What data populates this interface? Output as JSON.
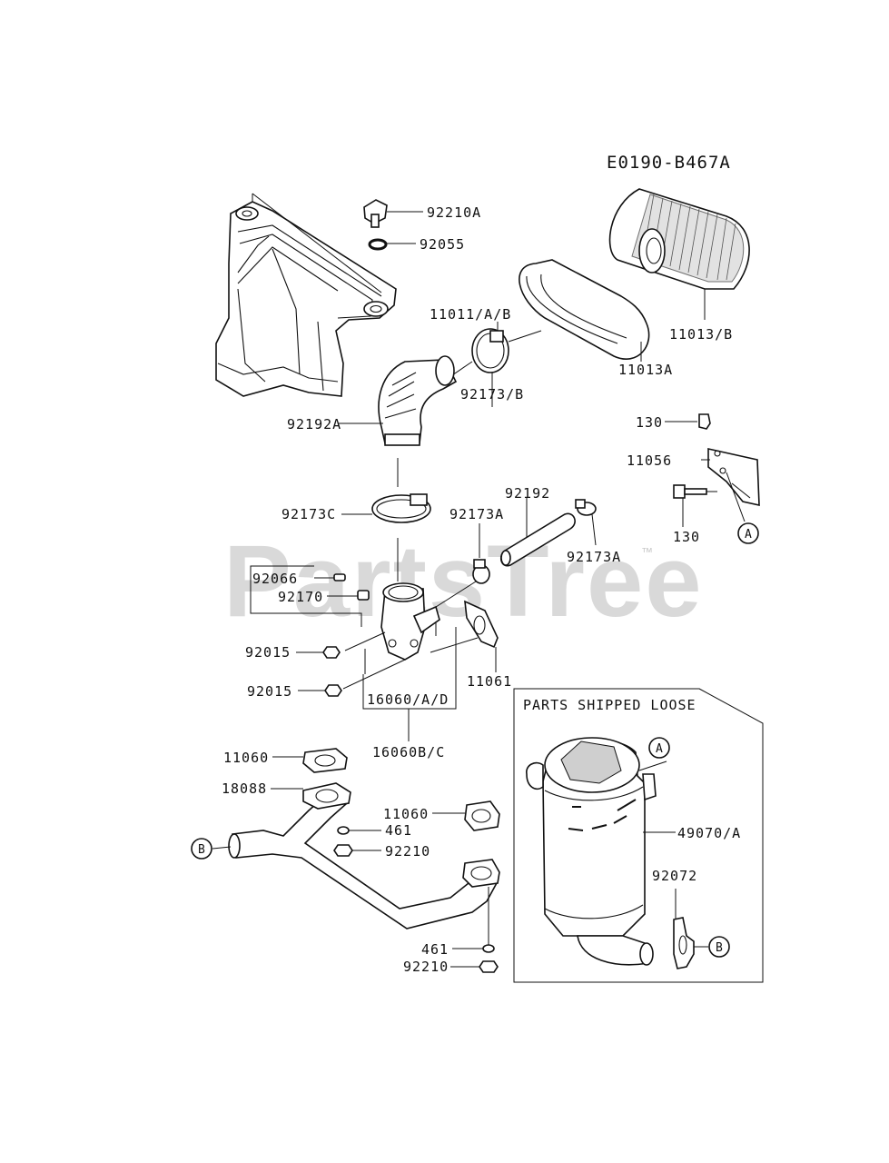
{
  "diagram": {
    "code": "E0190-B467A",
    "watermark": "PartsTree",
    "trademark": "™",
    "loose_box_title": "PARTS SHIPPED LOOSE",
    "callouts": {
      "a1": "A",
      "a2": "A",
      "b1": "B",
      "b2": "B"
    },
    "labels": {
      "p92210A": "92210A",
      "p92055": "92055",
      "p11011AB": "11011/A/B",
      "p11013B": "11013/B",
      "p11013A": "11013A",
      "p92173B": "92173/B",
      "p92192A": "92192A",
      "p130_top": "130",
      "p11056": "11056",
      "p130_bot": "130",
      "p92173C": "92173C",
      "p92192": "92192",
      "p92173A_l": "92173A",
      "p92173A_r": "92173A",
      "p92066": "92066",
      "p92170": "92170",
      "p92015_a": "92015",
      "p92015_b": "92015",
      "p11061": "11061",
      "p16060AD": "16060/A/D",
      "p16060BC": "16060B/C",
      "p11060_l": "11060",
      "p18088": "18088",
      "p11060_r": "11060",
      "p461_a": "461",
      "p92210_a": "92210",
      "p461_b": "461",
      "p92210_b": "92210",
      "p49070A": "49070/A",
      "p92072": "92072"
    }
  }
}
